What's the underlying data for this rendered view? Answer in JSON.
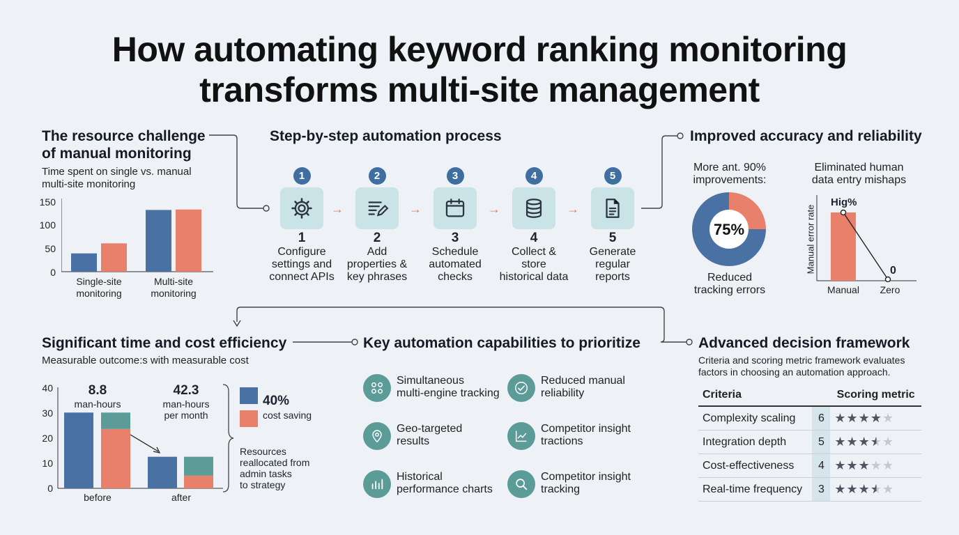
{
  "title_line1": "How automating keyword ranking monitoring",
  "title_line2": "transforms multi-site management",
  "resource": {
    "title_line1": "The resource challenge",
    "title_line2": "of manual monitoring",
    "subtitle_line1": "Time spent on single vs. manual",
    "subtitle_line2": "multi-site monitoring"
  },
  "process": {
    "title": "Step-by-step automation process",
    "steps": [
      {
        "num": "1",
        "line1": "Configure",
        "line2": "settings and",
        "line3": "connect APIs",
        "icon": "gear-icon"
      },
      {
        "num": "2",
        "line1": "Add",
        "line2": "properties &",
        "line3": "key phrases",
        "icon": "list-edit-icon"
      },
      {
        "num": "3",
        "line1": "Schedule",
        "line2": "automated",
        "line3": "checks",
        "icon": "calendar-icon"
      },
      {
        "num": "4",
        "line1": "Collect &",
        "line2": "store",
        "line3": "historical data",
        "icon": "database-icon"
      },
      {
        "num": "5",
        "line1": "Generate",
        "line2": "regular",
        "line3": "reports",
        "icon": "document-icon"
      }
    ]
  },
  "accuracy": {
    "title": "Improved accuracy and reliability",
    "donut_top_line1": "More ant. 90%",
    "donut_top_line2": "improvements:",
    "donut_bottom_line1": "Reduced",
    "donut_bottom_line2": "tracking errors",
    "bar_top_line1": "Eliminated human",
    "bar_top_line2": "data entry mishaps"
  },
  "efficiency": {
    "title": "Significant time and cost efficiency",
    "subtitle": "Measurable outcome:s with measurable cost",
    "before_value": "8.8",
    "before_unit": "man-hours",
    "after_value": "42.3",
    "after_unit_line1": "man-hours",
    "after_unit_line2": "per month",
    "saving_value": "40%",
    "saving_label": "cost saving",
    "realloc_line1": "Resources",
    "realloc_line2": "reallocated from",
    "realloc_line3": "admin tasks",
    "realloc_line4": "to strategy"
  },
  "capabilities": {
    "title": "Key automation capabilities to prioritize",
    "items": [
      {
        "line1": "Simultaneous",
        "line2": "multi-engine tracking",
        "icon": "multi-engine-icon"
      },
      {
        "line1": "Reduced manual",
        "line2": "reliability",
        "icon": "check-circle-icon"
      },
      {
        "line1": "Geo-targeted",
        "line2": "results",
        "icon": "map-pin-icon"
      },
      {
        "line1": "Competitor insight",
        "line2": "tractions",
        "icon": "trend-chart-icon"
      },
      {
        "line1": "Historical",
        "line2": "performance charts",
        "icon": "bar-chart-icon"
      },
      {
        "line1": "Competitor insight",
        "line2": "tracking",
        "icon": "magnifier-icon"
      }
    ]
  },
  "framework": {
    "title": "Advanced decision framework",
    "subtitle_line1": "Criteria and scoring metric framework evaluates",
    "subtitle_line2": "factors in choosing an automation approach.",
    "col_criteria": "Criteria",
    "col_metric": "Scoring metric",
    "rows": [
      {
        "criteria": "Complexity scaling",
        "score": "6",
        "stars": 4
      },
      {
        "criteria": "Integration depth",
        "score": "5",
        "stars": 3.5
      },
      {
        "criteria": "Cost-effectiveness",
        "score": "4",
        "stars": 3
      },
      {
        "criteria": "Real-time frequency",
        "score": "3",
        "stars": 3.5
      }
    ]
  },
  "colors": {
    "blue": "#4a71a3",
    "coral": "#e8806b",
    "teal": "#5b9b98",
    "step_bg": "#c9e3e6"
  },
  "chart_data": [
    {
      "type": "bar",
      "categories": [
        "Single-site monitoring",
        "Multi-site monitoring"
      ],
      "series": [
        {
          "values": [
            40,
            62
          ]
        },
        {
          "values": [
            135,
            136
          ]
        }
      ],
      "series_by_category": [
        [
          40,
          62
        ],
        [
          135,
          136
        ]
      ],
      "yticks": [
        "150",
        "100",
        "50",
        "0"
      ],
      "ylim": [
        0,
        160
      ]
    },
    {
      "type": "pie",
      "center_label": "75%",
      "values": [
        75,
        25
      ]
    },
    {
      "type": "bar",
      "categories": [
        "Manual",
        "Zero"
      ],
      "ylabel": "Manual error rate",
      "top_label": "Hig%",
      "end_label": "0",
      "values": [
        100,
        0
      ]
    },
    {
      "type": "bar",
      "categories": [
        "before",
        "after"
      ],
      "yticks": [
        "40",
        "30",
        "20",
        "10",
        "0"
      ],
      "ylim": [
        0,
        40
      ],
      "before": [
        30,
        30
      ],
      "before_split": [
        23.5,
        6.5
      ],
      "after": [
        12.5,
        12.5
      ],
      "after_split": [
        5,
        7.5
      ]
    }
  ]
}
